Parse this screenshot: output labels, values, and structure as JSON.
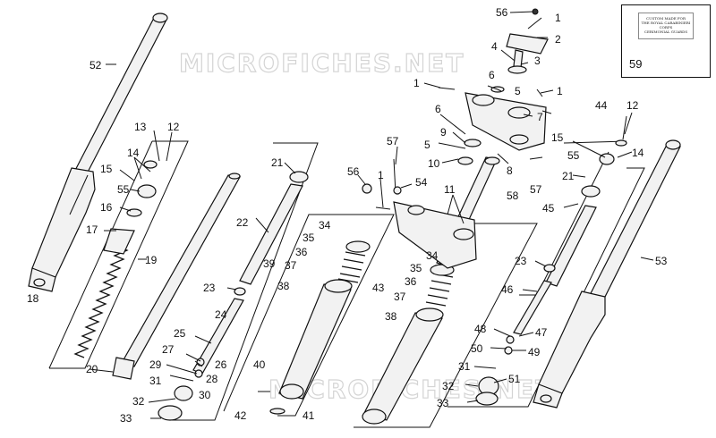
{
  "watermark": {
    "text": "MICROFICHES.NET"
  },
  "stamp": {
    "number": "59",
    "logo_text": [
      "CUSTOM MADE FOR",
      "THE ROYAL CARABINIERI CORPS",
      "CERIMONIAL GUARDS"
    ]
  },
  "callouts": [
    {
      "id": "52",
      "label": "52"
    },
    {
      "id": "13",
      "label": "13"
    },
    {
      "id": "12a",
      "label": "12"
    },
    {
      "id": "14a",
      "label": "14"
    },
    {
      "id": "15a",
      "label": "15"
    },
    {
      "id": "55a",
      "label": "55"
    },
    {
      "id": "16",
      "label": "16"
    },
    {
      "id": "17",
      "label": "17"
    },
    {
      "id": "18",
      "label": "18"
    },
    {
      "id": "19",
      "label": "19"
    },
    {
      "id": "20",
      "label": "20"
    },
    {
      "id": "21a",
      "label": "21"
    },
    {
      "id": "22",
      "label": "22"
    },
    {
      "id": "23a",
      "label": "23"
    },
    {
      "id": "24",
      "label": "24"
    },
    {
      "id": "25",
      "label": "25"
    },
    {
      "id": "27",
      "label": "27"
    },
    {
      "id": "26",
      "label": "26"
    },
    {
      "id": "29",
      "label": "29"
    },
    {
      "id": "28",
      "label": "28"
    },
    {
      "id": "31a",
      "label": "31"
    },
    {
      "id": "30",
      "label": "30"
    },
    {
      "id": "32a",
      "label": "32"
    },
    {
      "id": "33a",
      "label": "33"
    },
    {
      "id": "34a",
      "label": "34"
    },
    {
      "id": "35a",
      "label": "35"
    },
    {
      "id": "39",
      "label": "39"
    },
    {
      "id": "36a",
      "label": "36"
    },
    {
      "id": "37a",
      "label": "37"
    },
    {
      "id": "38a",
      "label": "38"
    },
    {
      "id": "40",
      "label": "40"
    },
    {
      "id": "42",
      "label": "42"
    },
    {
      "id": "41",
      "label": "41"
    },
    {
      "id": "56a",
      "label": "56"
    },
    {
      "id": "1a",
      "label": "1"
    },
    {
      "id": "2",
      "label": "2"
    },
    {
      "id": "4",
      "label": "4"
    },
    {
      "id": "3",
      "label": "3"
    },
    {
      "id": "1b",
      "label": "1"
    },
    {
      "id": "6a",
      "label": "6"
    },
    {
      "id": "5a",
      "label": "5"
    },
    {
      "id": "1c",
      "label": "1"
    },
    {
      "id": "6b",
      "label": "6"
    },
    {
      "id": "7",
      "label": "7"
    },
    {
      "id": "9",
      "label": "9"
    },
    {
      "id": "5b",
      "label": "5"
    },
    {
      "id": "10",
      "label": "10"
    },
    {
      "id": "8",
      "label": "8"
    },
    {
      "id": "57a",
      "label": "57"
    },
    {
      "id": "56b",
      "label": "56"
    },
    {
      "id": "1d",
      "label": "1"
    },
    {
      "id": "54",
      "label": "54"
    },
    {
      "id": "11",
      "label": "11"
    },
    {
      "id": "58",
      "label": "58"
    },
    {
      "id": "57b",
      "label": "57"
    },
    {
      "id": "43",
      "label": "43"
    },
    {
      "id": "34b",
      "label": "34"
    },
    {
      "id": "35b",
      "label": "35"
    },
    {
      "id": "36b",
      "label": "36"
    },
    {
      "id": "37b",
      "label": "37"
    },
    {
      "id": "38b",
      "label": "38"
    },
    {
      "id": "44",
      "label": "44"
    },
    {
      "id": "12b",
      "label": "12"
    },
    {
      "id": "15b",
      "label": "15"
    },
    {
      "id": "14b",
      "label": "14"
    },
    {
      "id": "55b",
      "label": "55"
    },
    {
      "id": "21b",
      "label": "21"
    },
    {
      "id": "45",
      "label": "45"
    },
    {
      "id": "23b",
      "label": "23"
    },
    {
      "id": "46",
      "label": "46"
    },
    {
      "id": "48",
      "label": "48"
    },
    {
      "id": "47",
      "label": "47"
    },
    {
      "id": "50",
      "label": "50"
    },
    {
      "id": "49",
      "label": "49"
    },
    {
      "id": "31b",
      "label": "31"
    },
    {
      "id": "51",
      "label": "51"
    },
    {
      "id": "32b",
      "label": "32"
    },
    {
      "id": "33b",
      "label": "33"
    },
    {
      "id": "53",
      "label": "53"
    }
  ]
}
